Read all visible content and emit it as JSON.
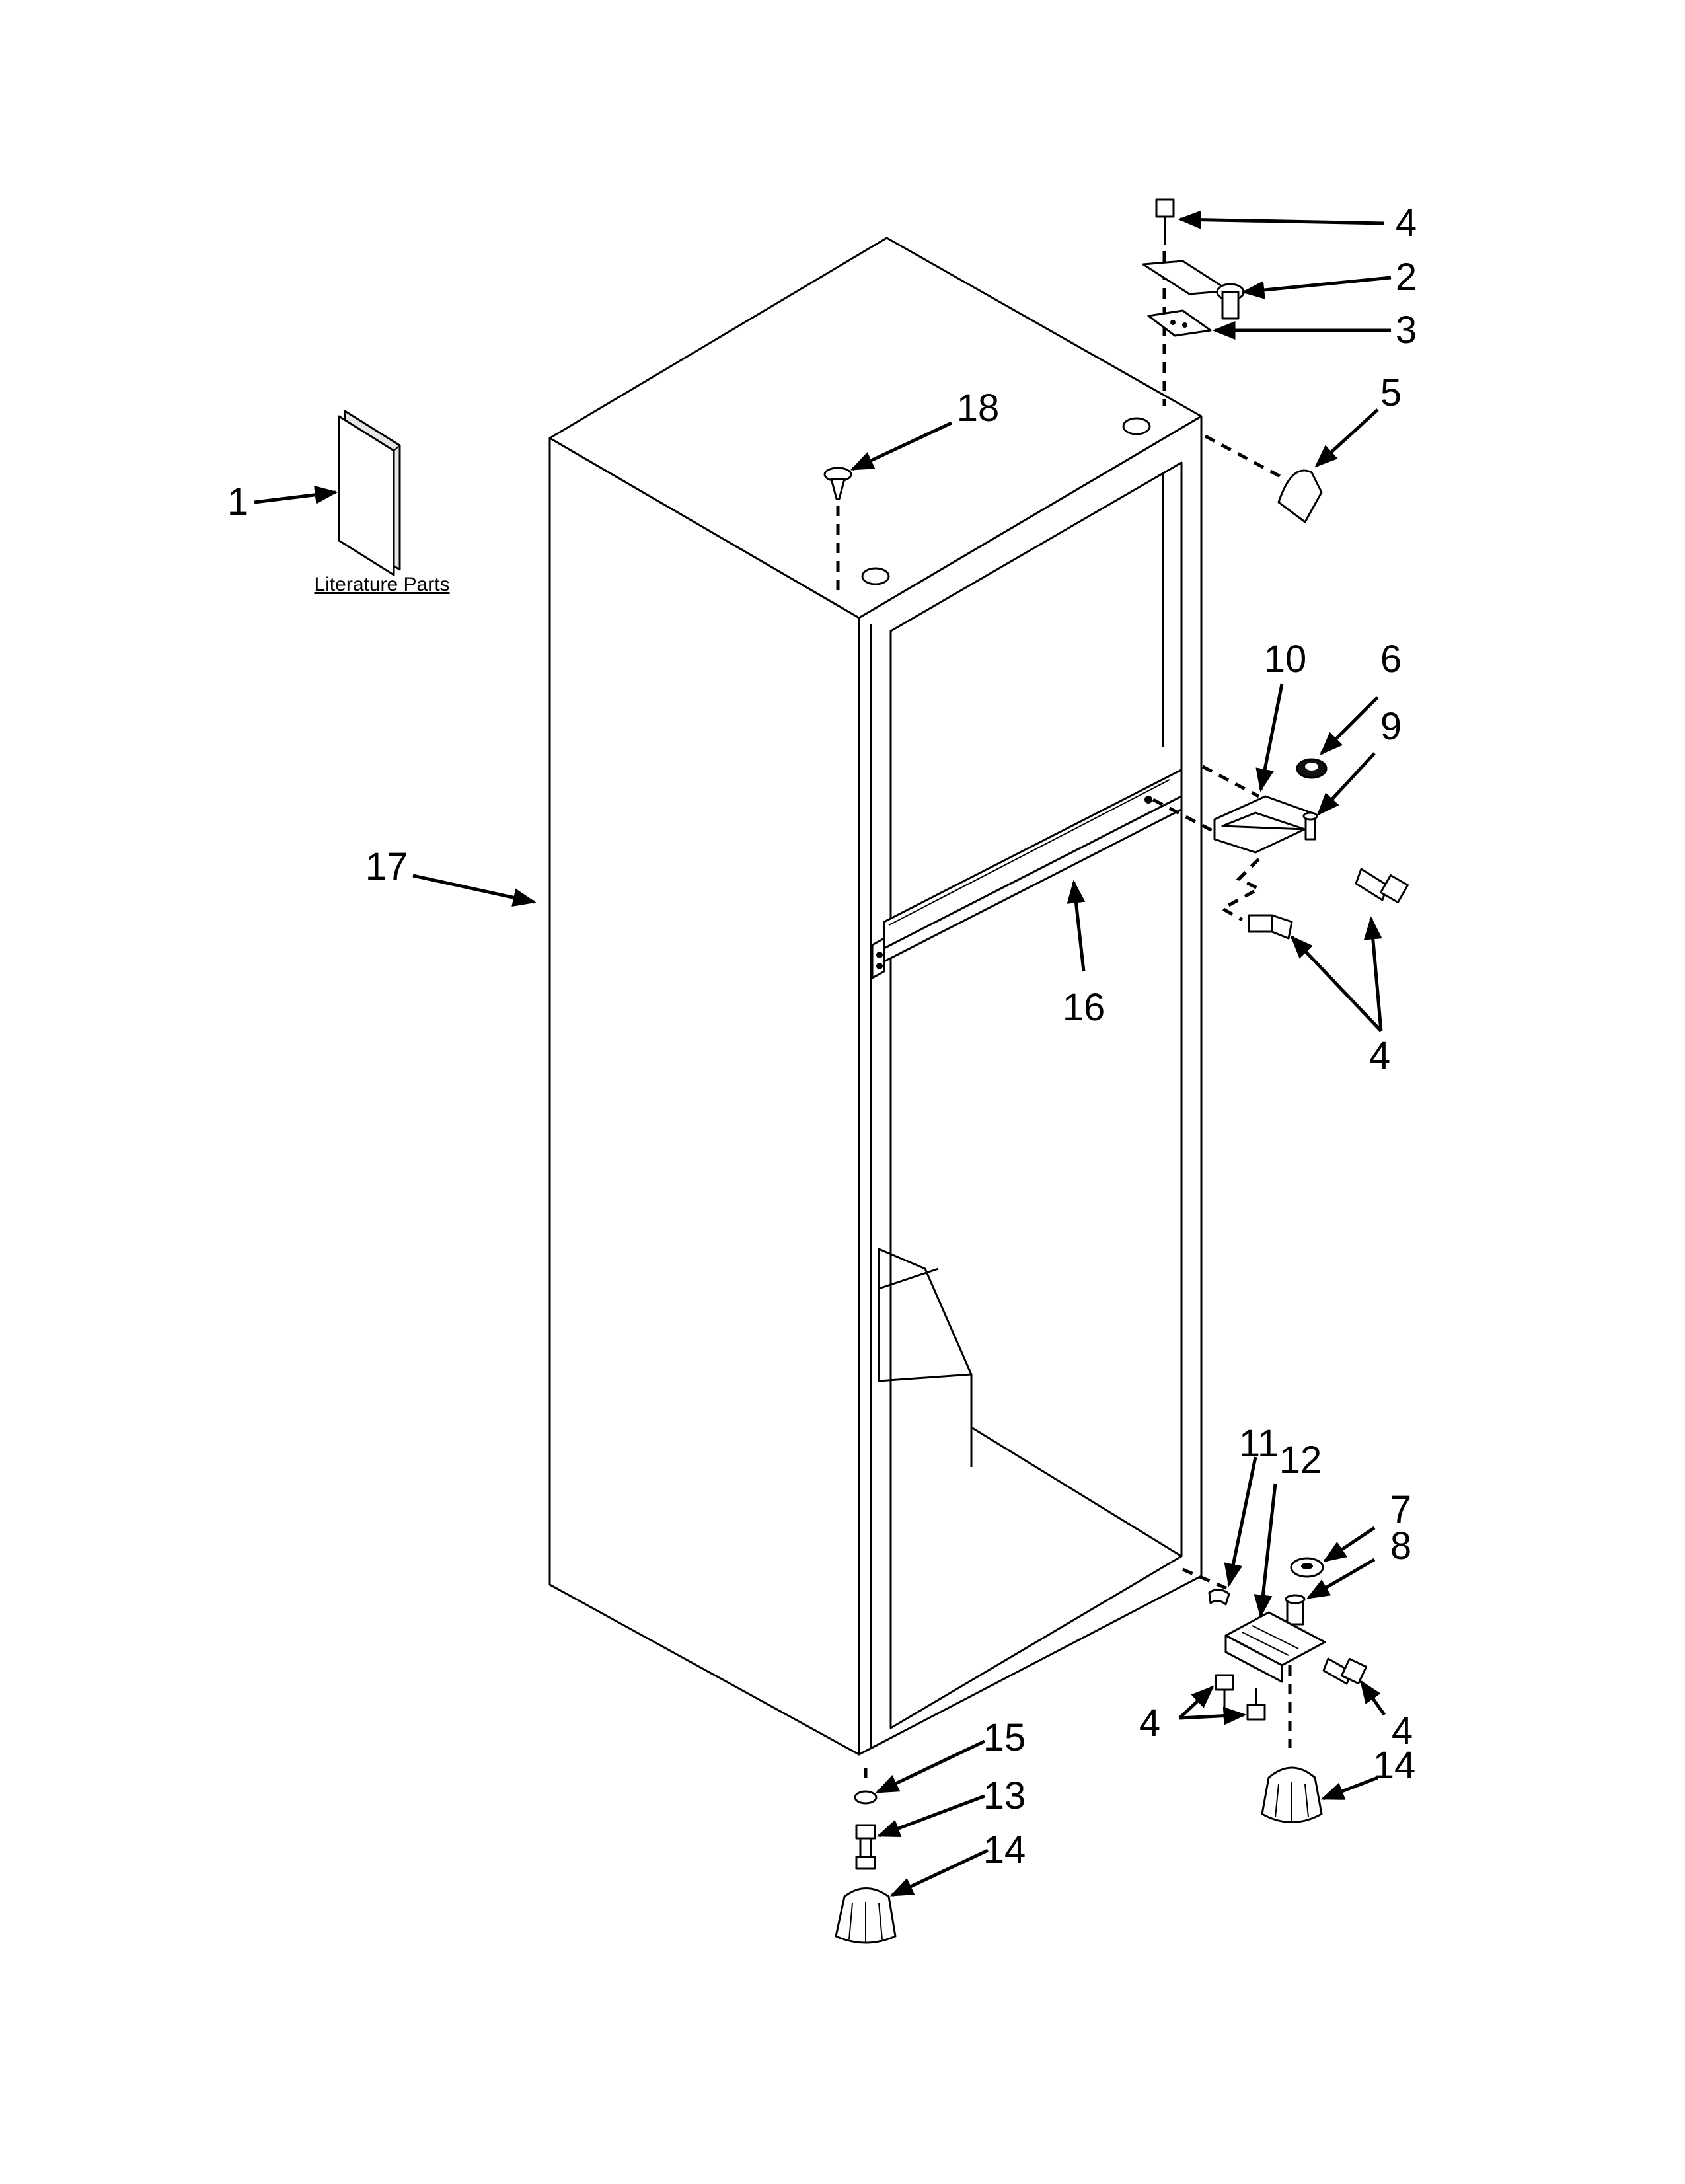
{
  "literature_caption": "Literature Parts",
  "callouts": [
    "1",
    "2",
    "3",
    "4",
    "5",
    "6",
    "7",
    "8",
    "9",
    "10",
    "11",
    "12",
    "13",
    "14",
    "15",
    "16",
    "17",
    "18"
  ],
  "labels": {
    "c1": "1",
    "c2": "2",
    "c3": "3",
    "c4_top": "4",
    "c5": "5",
    "c6": "6",
    "c7": "7",
    "c8": "8",
    "c9": "9",
    "c10": "10",
    "c11": "11",
    "c12": "12",
    "c13": "13",
    "c14_left": "14",
    "c14_right": "14",
    "c15": "15",
    "c16": "16",
    "c17": "17",
    "c18": "18",
    "c4_mid": "4",
    "c4_bottom_left": "4",
    "c4_bottom_right": "4"
  }
}
